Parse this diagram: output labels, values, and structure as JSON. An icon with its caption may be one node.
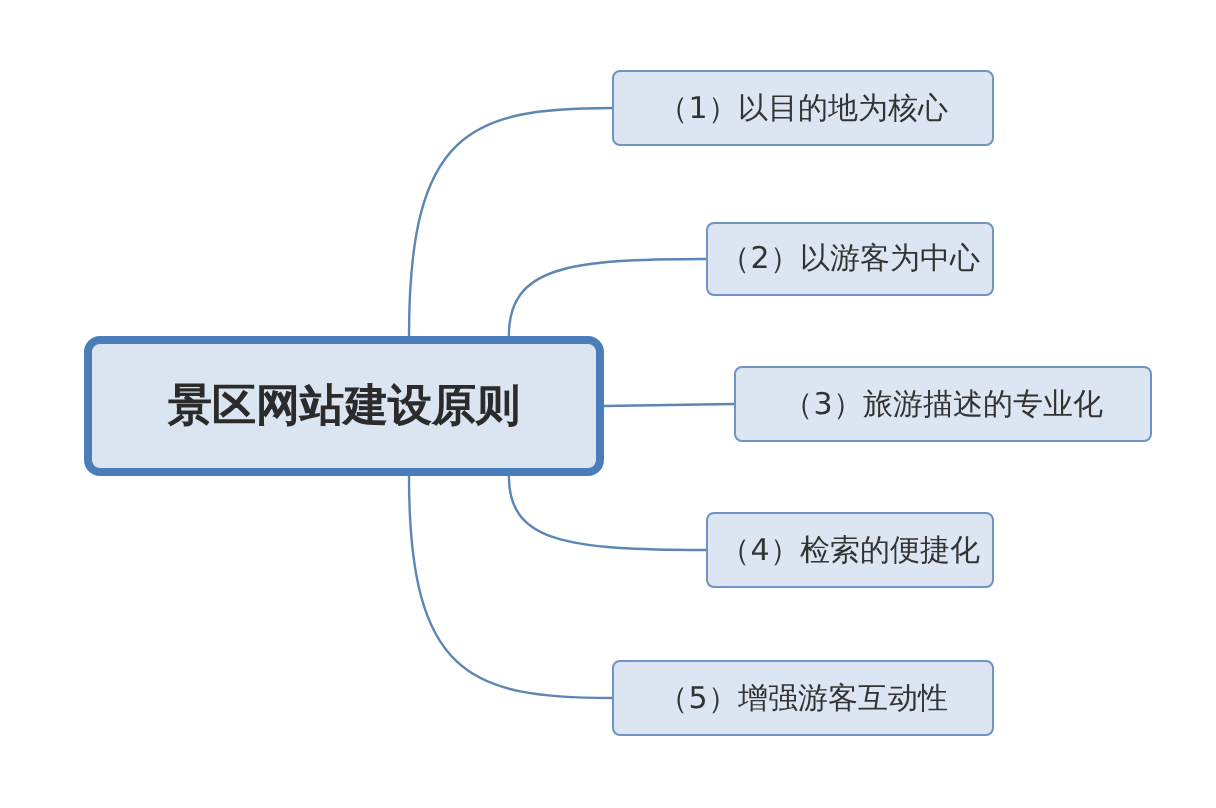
{
  "diagram": {
    "nodes": [
      {
        "text": [
          "景区网站建设原则"
        ]
      },
      {
        "text": [
          "（1）以目的地为核心"
        ]
      },
      {
        "text": [
          "（2）以游客为中心"
        ]
      },
      {
        "text": [
          "（3）旅游描述的专业化"
        ]
      },
      {
        "text": [
          "（4）检索的便捷化"
        ]
      },
      {
        "text": [
          "（5）增强游客互动性"
        ]
      }
    ],
    "edges": [
      {
        "from": 0,
        "to": 1,
        "arrow": "none"
      },
      {
        "from": 0,
        "to": 2,
        "arrow": "none"
      },
      {
        "from": 0,
        "to": 3,
        "arrow": "none"
      },
      {
        "from": 0,
        "to": 4,
        "arrow": "none"
      },
      {
        "from": 0,
        "to": 5,
        "arrow": "none"
      }
    ]
  }
}
